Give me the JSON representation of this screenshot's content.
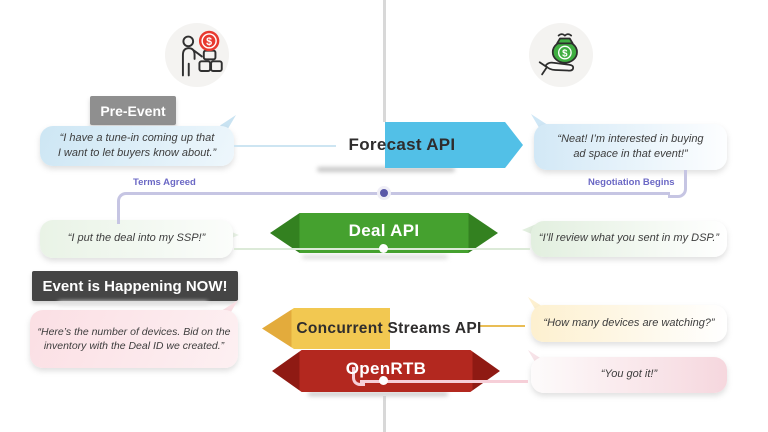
{
  "diagram_title": "SSP / DSP programmatic event workflow",
  "stage": {
    "pre_event": "Pre-Event",
    "event_now": "Event is Happening NOW!"
  },
  "flow": {
    "terms_agreed": "Terms Agreed",
    "negotiation_begins": "Negotiation Begins"
  },
  "apis": {
    "forecast": {
      "label": "Forecast API",
      "color": "#52c0e7",
      "direction": "right"
    },
    "deal": {
      "label": "Deal API",
      "color": "#45a12f",
      "direction": "both"
    },
    "concurrent_streams": {
      "label": "Concurrent Streams API",
      "color": "#f2c851",
      "direction": "left"
    },
    "openrtb": {
      "label": "OpenRTB",
      "color": "#b3281f",
      "direction": "both"
    }
  },
  "quotes": {
    "seller_forecast": "“I have a tune-in coming up that\nI want to let buyers know about.”",
    "buyer_forecast": "“Neat! I’m interested in buying\nad space in that event!”",
    "seller_deal": "“I put the deal into my SSP!”",
    "buyer_deal": "“I’ll review what you sent in my DSP.”",
    "seller_openrtb": "“Here’s the number of devices. Bid on the\ninventory with the Deal ID we created.”",
    "buyer_streams": "“How many devices are watching?”",
    "buyer_openrtb": "“You got it!”"
  },
  "icons": {
    "seller": "person-with-price-and-products-icon",
    "buyer": "hand-holding-money-bag-icon"
  },
  "colors": {
    "timeline": "#d8d8d8",
    "flow_line": "#c6c5e3",
    "flow_text": "#6b68c5",
    "pre_event_badge": "#8f8f8f",
    "event_now_badge": "#454545"
  }
}
